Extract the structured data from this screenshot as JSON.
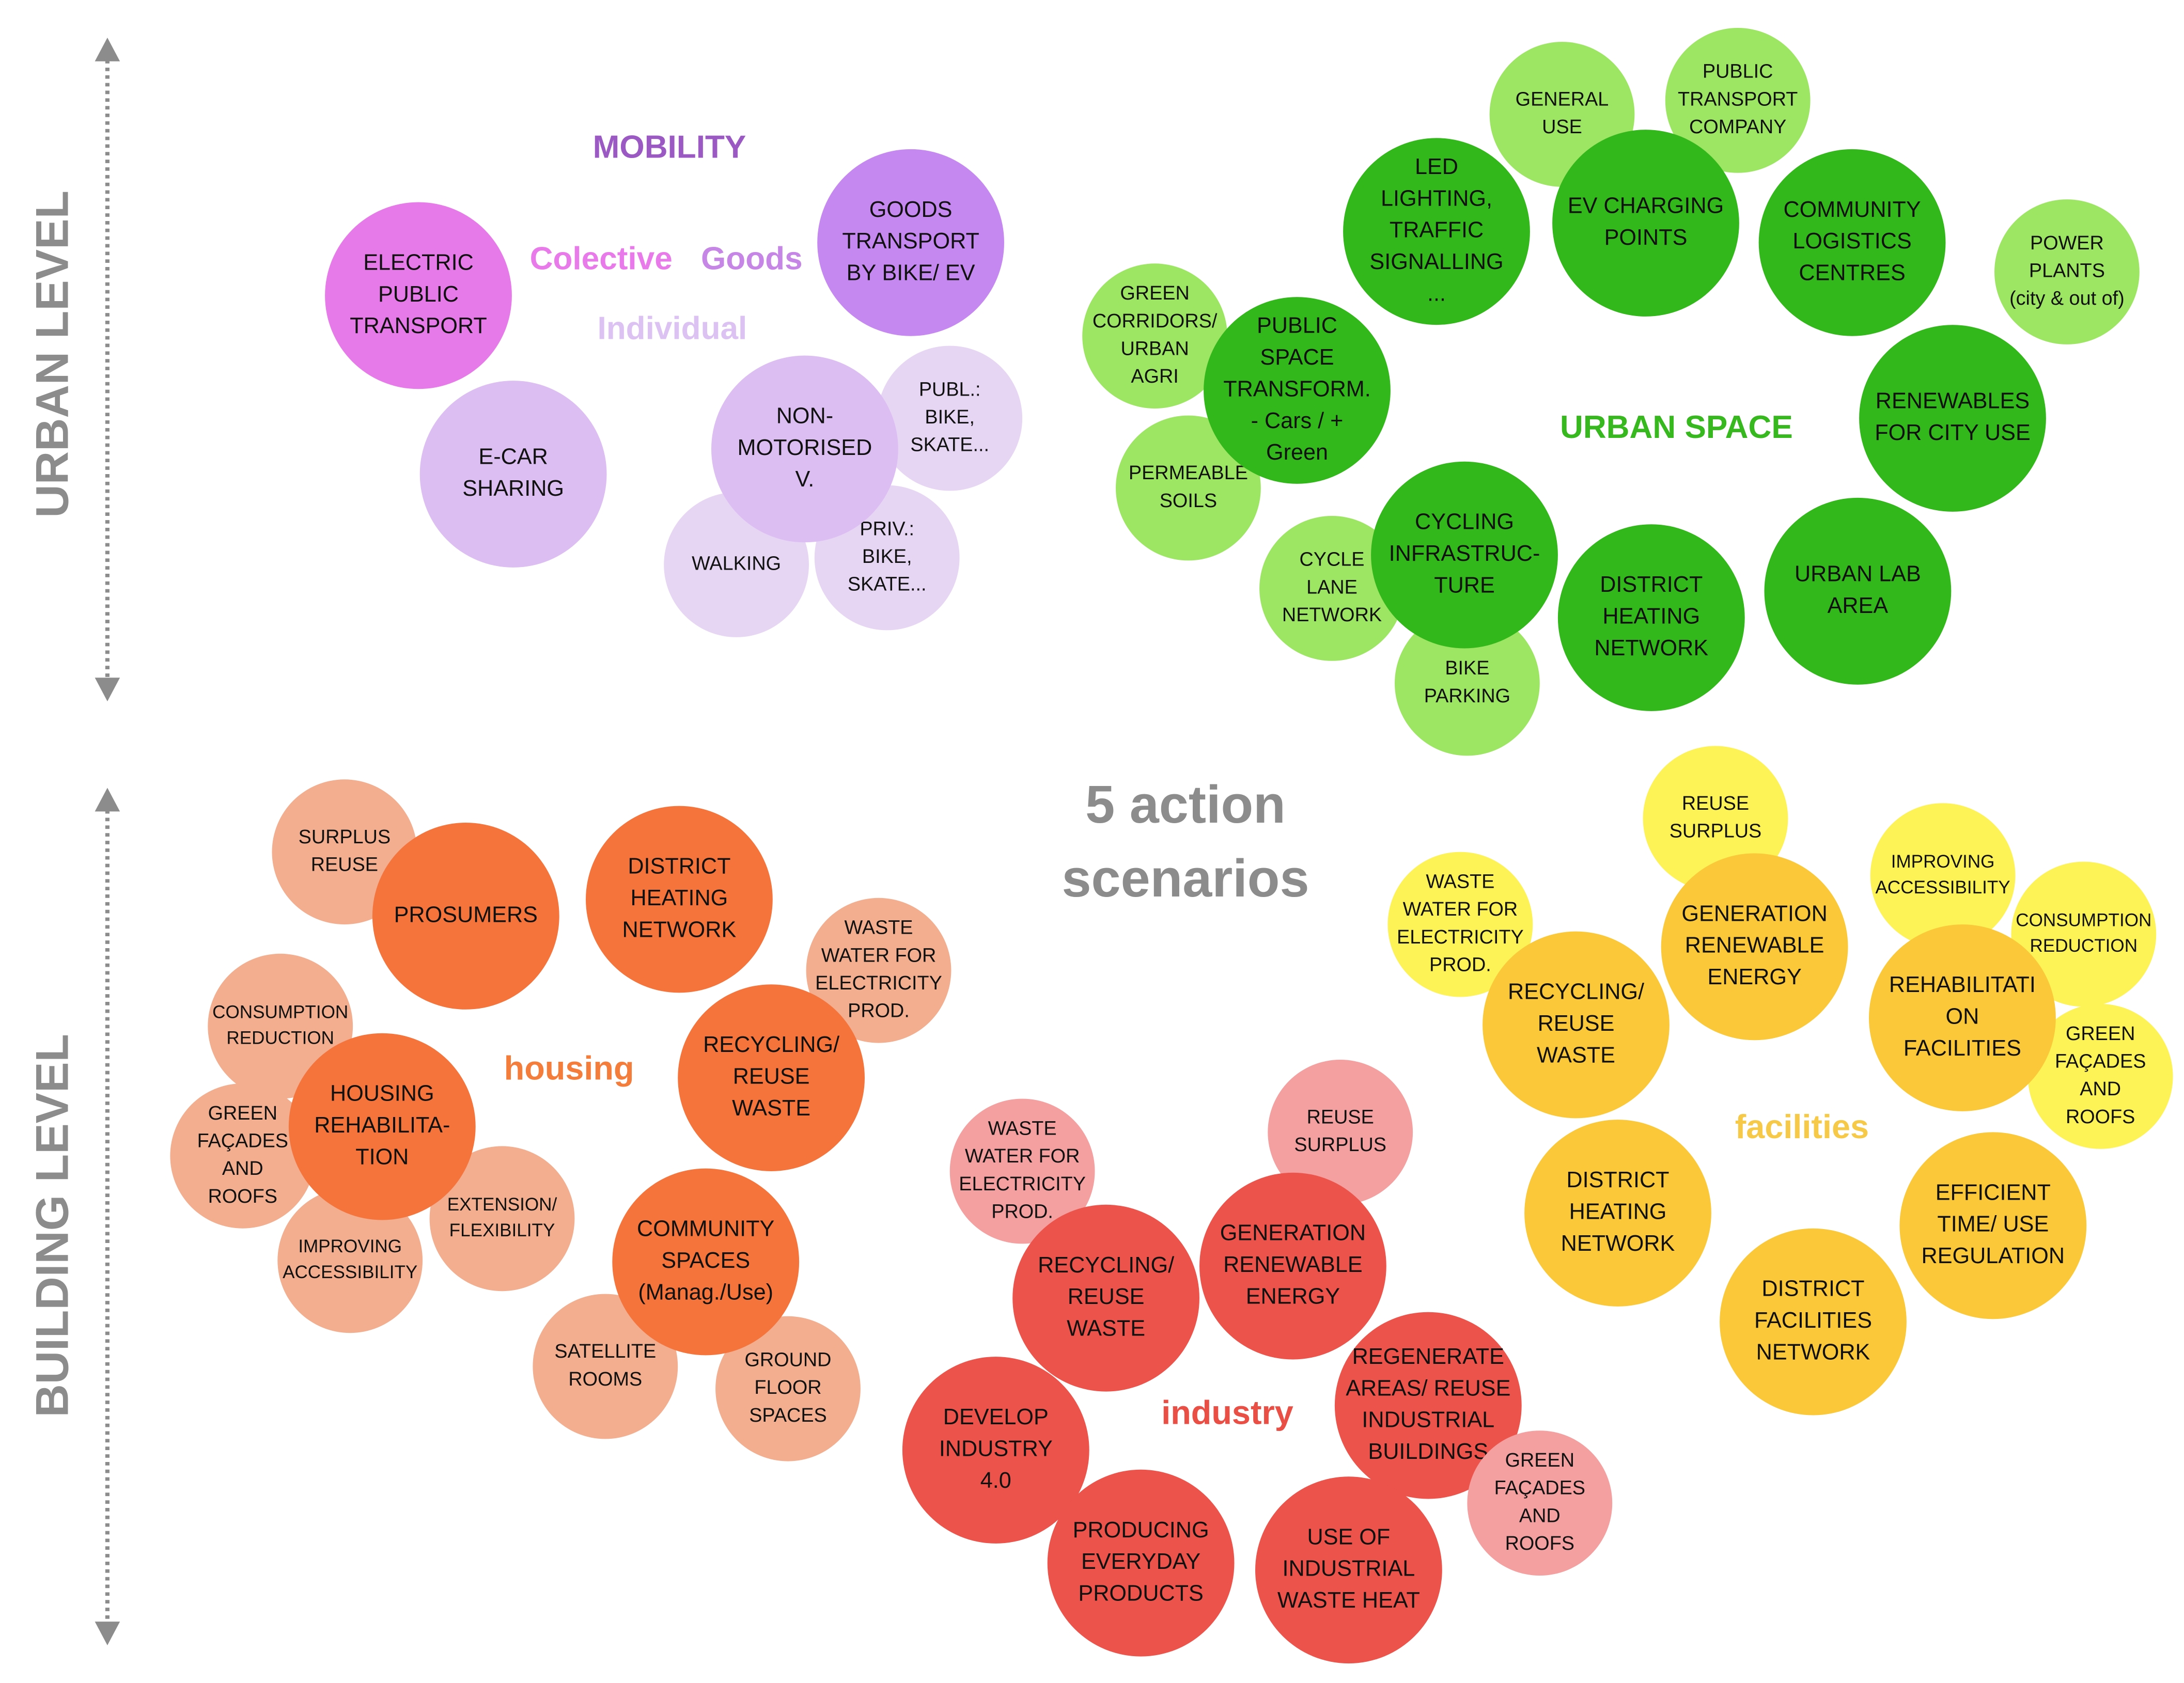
{
  "axis": {
    "urban_label": "URBAN LEVEL",
    "building_label": "BUILDING LEVEL",
    "color": "#8c8c8c"
  },
  "center_title": [
    "5 action",
    "scenarios"
  ],
  "center_title_color": "#8c8c8c",
  "group_titles": [
    {
      "id": "mobility",
      "text": "MOBILITY",
      "color": "#9b59c4"
    },
    {
      "id": "colective",
      "text": "Colective",
      "color": "#e97ae9"
    },
    {
      "id": "goods",
      "text": "Goods",
      "color": "#c686e6"
    },
    {
      "id": "individual",
      "text": "Individual",
      "color": "#dcc2f2"
    },
    {
      "id": "urban-space",
      "text": "URBAN SPACE",
      "color": "#36b81e"
    },
    {
      "id": "housing",
      "text": "housing",
      "color": "#f47d3c"
    },
    {
      "id": "industry",
      "text": "industry",
      "color": "#ea4f45"
    },
    {
      "id": "facilities",
      "text": "facilities",
      "color": "#f7c948"
    }
  ],
  "colors": {
    "mobility_collective": "#e77ae9",
    "mobility_goods": "#c588f1",
    "mobility_individual": "#dcbef3",
    "mobility_individual_light": "#e6d6f3",
    "urban_dark": "#33b81c",
    "urban_light": "#9de664",
    "housing_dark": "#f5743c",
    "housing_light": "#f2ae8f",
    "industry_dark": "#ec534b",
    "industry_light": "#f4a0a0",
    "facilities_dark": "#fac838",
    "facilities_light": "#fdf256"
  },
  "bubbles": [
    {
      "id": "electric-public-transport",
      "group": "mobility",
      "color": "mobility_collective",
      "lines": [
        "ELECTRIC",
        "PUBLIC",
        "TRANSPORT"
      ]
    },
    {
      "id": "e-car-sharing",
      "group": "mobility",
      "color": "mobility_individual",
      "lines": [
        "E-CAR",
        "SHARING"
      ]
    },
    {
      "id": "goods-transport",
      "group": "mobility",
      "color": "mobility_goods",
      "lines": [
        "GOODS",
        "TRANSPORT",
        "BY BIKE/ EV"
      ]
    },
    {
      "id": "publ-bike-skate",
      "group": "mobility",
      "color": "mobility_individual_light",
      "lines": [
        "PUBL.:",
        "BIKE,",
        "SKATE..."
      ]
    },
    {
      "id": "walking",
      "group": "mobility",
      "color": "mobility_individual_light",
      "lines": [
        "WALKING"
      ]
    },
    {
      "id": "priv-bike-skate",
      "group": "mobility",
      "color": "mobility_individual_light",
      "lines": [
        "PRIV.:",
        "BIKE,",
        "SKATE..."
      ]
    },
    {
      "id": "non-motorised",
      "group": "mobility",
      "color": "mobility_individual",
      "lines": [
        "NON-",
        "MOTORISED",
        "V."
      ]
    },
    {
      "id": "general-use",
      "group": "urban",
      "color": "urban_light",
      "lines": [
        "GENERAL",
        "USE"
      ]
    },
    {
      "id": "public-transport-company",
      "group": "urban",
      "color": "urban_light",
      "lines": [
        "PUBLIC",
        "TRANSPORT",
        "COMPANY"
      ]
    },
    {
      "id": "led-lighting",
      "group": "urban",
      "color": "urban_dark",
      "lines": [
        "LED",
        "LIGHTING,",
        "TRAFFIC",
        "SIGNALLING",
        "..."
      ]
    },
    {
      "id": "ev-charging",
      "group": "urban",
      "color": "urban_dark",
      "lines": [
        "EV CHARGING",
        "POINTS"
      ]
    },
    {
      "id": "community-logistics",
      "group": "urban",
      "color": "urban_dark",
      "lines": [
        "COMMUNITY",
        "LOGISTICS",
        "CENTRES"
      ]
    },
    {
      "id": "power-plants",
      "group": "urban",
      "color": "urban_light",
      "lines": [
        "POWER",
        "PLANTS",
        "(city & out of)"
      ]
    },
    {
      "id": "green-corridors",
      "group": "urban",
      "color": "urban_light",
      "lines": [
        "GREEN",
        "CORRIDORS/",
        "URBAN",
        "AGRI"
      ]
    },
    {
      "id": "permeable-soils",
      "group": "urban",
      "color": "urban_light",
      "lines": [
        "PERMEABLE",
        "SOILS"
      ]
    },
    {
      "id": "public-space",
      "group": "urban",
      "color": "urban_dark",
      "lines": [
        "PUBLIC",
        "SPACE",
        "TRANSFORM.",
        "- Cars / +",
        "Green"
      ]
    },
    {
      "id": "renewables-city",
      "group": "urban",
      "color": "urban_dark",
      "lines": [
        "RENEWABLES",
        "FOR CITY USE"
      ]
    },
    {
      "id": "cycle-lane",
      "group": "urban",
      "color": "urban_light",
      "lines": [
        "CYCLE",
        "LANE",
        "NETWORK"
      ]
    },
    {
      "id": "bike-parking",
      "group": "urban",
      "color": "urban_light",
      "lines": [
        "BIKE",
        "PARKING"
      ]
    },
    {
      "id": "cycling-infra",
      "group": "urban",
      "color": "urban_dark",
      "lines": [
        "CYCLING",
        "INFRASTRUC-",
        "TURE"
      ]
    },
    {
      "id": "district-heating-urban",
      "group": "urban",
      "color": "urban_dark",
      "lines": [
        "DISTRICT",
        "HEATING",
        "NETWORK"
      ]
    },
    {
      "id": "urban-lab",
      "group": "urban",
      "color": "urban_dark",
      "lines": [
        "URBAN LAB",
        "AREA"
      ]
    },
    {
      "id": "surplus-reuse-h",
      "group": "housing",
      "color": "housing_light",
      "lines": [
        "SURPLUS",
        "REUSE"
      ]
    },
    {
      "id": "prosumers",
      "group": "housing",
      "color": "housing_dark",
      "lines": [
        "PROSUMERS"
      ]
    },
    {
      "id": "district-heating-h",
      "group": "housing",
      "color": "housing_dark",
      "lines": [
        "DISTRICT",
        "HEATING",
        "NETWORK"
      ]
    },
    {
      "id": "waste-water-h",
      "group": "housing",
      "color": "housing_light",
      "lines": [
        "WASTE",
        "WATER FOR",
        "ELECTRICITY",
        "PROD."
      ]
    },
    {
      "id": "consumption-reduction-h",
      "group": "housing",
      "color": "housing_light",
      "lines": [
        "CONSUMPTION",
        "REDUCTION"
      ]
    },
    {
      "id": "green-facades-h",
      "group": "housing",
      "color": "housing_light",
      "lines": [
        "GREEN",
        "FAÇADES",
        "AND",
        "ROOFS"
      ]
    },
    {
      "id": "improving-accessibility-h",
      "group": "housing",
      "color": "housing_light",
      "lines": [
        "IMPROVING",
        "ACCESSIBILITY"
      ]
    },
    {
      "id": "extension-flexibility",
      "group": "housing",
      "color": "housing_light",
      "lines": [
        "EXTENSION/",
        "FLEXIBILITY"
      ]
    },
    {
      "id": "housing-rehab",
      "group": "housing",
      "color": "housing_dark",
      "lines": [
        "HOUSING",
        "REHABILITA-",
        "TION"
      ]
    },
    {
      "id": "recycling-h",
      "group": "housing",
      "color": "housing_dark",
      "lines": [
        "RECYCLING/",
        "REUSE",
        "WASTE"
      ]
    },
    {
      "id": "satellite-rooms",
      "group": "housing",
      "color": "housing_light",
      "lines": [
        "SATELLITE",
        "ROOMS"
      ]
    },
    {
      "id": "ground-floor",
      "group": "housing",
      "color": "housing_light",
      "lines": [
        "GROUND",
        "FLOOR",
        "SPACES"
      ]
    },
    {
      "id": "community-spaces",
      "group": "housing",
      "color": "housing_dark",
      "lines": [
        "COMMUNITY",
        "SPACES",
        "(Manag./Use)"
      ]
    },
    {
      "id": "waste-water-i",
      "group": "industry",
      "color": "industry_light",
      "lines": [
        "WASTE",
        "WATER FOR",
        "ELECTRICITY",
        "PROD."
      ]
    },
    {
      "id": "reuse-surplus-i",
      "group": "industry",
      "color": "industry_light",
      "lines": [
        "REUSE",
        "SURPLUS"
      ]
    },
    {
      "id": "recycling-i",
      "group": "industry",
      "color": "industry_dark",
      "lines": [
        "RECYCLING/",
        "REUSE",
        "WASTE"
      ]
    },
    {
      "id": "generation-i",
      "group": "industry",
      "color": "industry_dark",
      "lines": [
        "GENERATION",
        "RENEWABLE",
        "ENERGY"
      ]
    },
    {
      "id": "develop-industry",
      "group": "industry",
      "color": "industry_dark",
      "lines": [
        "DEVELOP",
        "INDUSTRY",
        "4.0"
      ]
    },
    {
      "id": "regenerate-areas",
      "group": "industry",
      "color": "industry_dark",
      "lines": [
        "REGENERATE",
        "AREAS/ REUSE",
        "INDUSTRIAL",
        "BUILDINGS"
      ]
    },
    {
      "id": "green-facades-i",
      "group": "industry",
      "color": "industry_light",
      "lines": [
        "GREEN",
        "FAÇADES",
        "AND",
        "ROOFS"
      ]
    },
    {
      "id": "producing-everyday",
      "group": "industry",
      "color": "industry_dark",
      "lines": [
        "PRODUCING",
        "EVERYDAY",
        "PRODUCTS"
      ]
    },
    {
      "id": "industrial-waste-heat",
      "group": "industry",
      "color": "industry_dark",
      "lines": [
        "USE OF",
        "INDUSTRIAL",
        "WASTE HEAT"
      ]
    },
    {
      "id": "reuse-surplus-f",
      "group": "facilities",
      "color": "facilities_light",
      "lines": [
        "REUSE",
        "SURPLUS"
      ]
    },
    {
      "id": "waste-water-f",
      "group": "facilities",
      "color": "facilities_light",
      "lines": [
        "WASTE",
        "WATER FOR",
        "ELECTRICITY",
        "PROD."
      ]
    },
    {
      "id": "improving-accessibility-f",
      "group": "facilities",
      "color": "facilities_light",
      "lines": [
        "IMPROVING",
        "ACCESSIBILITY"
      ]
    },
    {
      "id": "consumption-reduction-f",
      "group": "facilities",
      "color": "facilities_light",
      "lines": [
        "CONSUMPTION",
        "REDUCTION"
      ]
    },
    {
      "id": "generation-f",
      "group": "facilities",
      "color": "facilities_dark",
      "lines": [
        "GENERATION",
        "RENEWABLE",
        "ENERGY"
      ]
    },
    {
      "id": "recycling-f",
      "group": "facilities",
      "color": "facilities_dark",
      "lines": [
        "RECYCLING/",
        "REUSE",
        "WASTE"
      ]
    },
    {
      "id": "green-facades-f",
      "group": "facilities",
      "color": "facilities_light",
      "lines": [
        "GREEN",
        "FAÇADES",
        "AND",
        "ROOFS"
      ]
    },
    {
      "id": "rehab-facilities",
      "group": "facilities",
      "color": "facilities_dark",
      "lines": [
        "REHABILITATI",
        "ON",
        "FACILITIES"
      ]
    },
    {
      "id": "district-heating-f",
      "group": "facilities",
      "color": "facilities_dark",
      "lines": [
        "DISTRICT",
        "HEATING",
        "NETWORK"
      ]
    },
    {
      "id": "efficient-time",
      "group": "facilities",
      "color": "facilities_dark",
      "lines": [
        "EFFICIENT",
        "TIME/ USE",
        "REGULATION"
      ]
    },
    {
      "id": "district-facilities",
      "group": "facilities",
      "color": "facilities_dark",
      "lines": [
        "DISTRICT",
        "FACILITIES",
        "NETWORK"
      ]
    }
  ]
}
